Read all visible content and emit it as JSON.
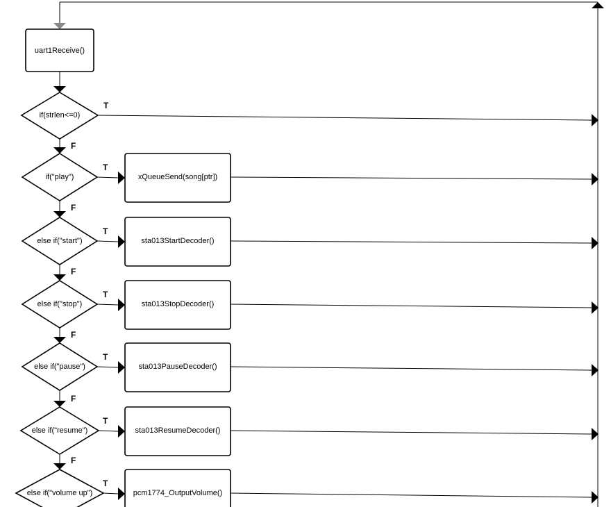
{
  "start_node": {
    "label": "uart1Receive()"
  },
  "first_decision": {
    "label": "if(strlen<=0)",
    "true_label": "T",
    "false_label": "F"
  },
  "branches": [
    {
      "condition": "if(\"play\")",
      "action": "xQueueSend(song[ptr])",
      "true_label": "T",
      "false_label": "F"
    },
    {
      "condition": "else if(\"start\")",
      "action": "sta013StartDecoder()",
      "true_label": "T",
      "false_label": "F"
    },
    {
      "condition": "else if(\"stop\")",
      "action": "sta013StopDecoder()",
      "true_label": "T",
      "false_label": "F"
    },
    {
      "condition": "else if(\"pause\")",
      "action": "sta013PauseDecoder()",
      "true_label": "T",
      "false_label": "F"
    },
    {
      "condition": "else if(\"resume\")",
      "action": "sta013ResumeDecoder()",
      "true_label": "T",
      "false_label": "F"
    },
    {
      "condition": "else if(\"volume up\")",
      "action": "pcm1774_OutputVolume()",
      "true_label": "T",
      "false_label": ""
    }
  ],
  "colors": {
    "stroke": "#000000",
    "entry_arrow": "#888888",
    "background": "#ffffff"
  }
}
